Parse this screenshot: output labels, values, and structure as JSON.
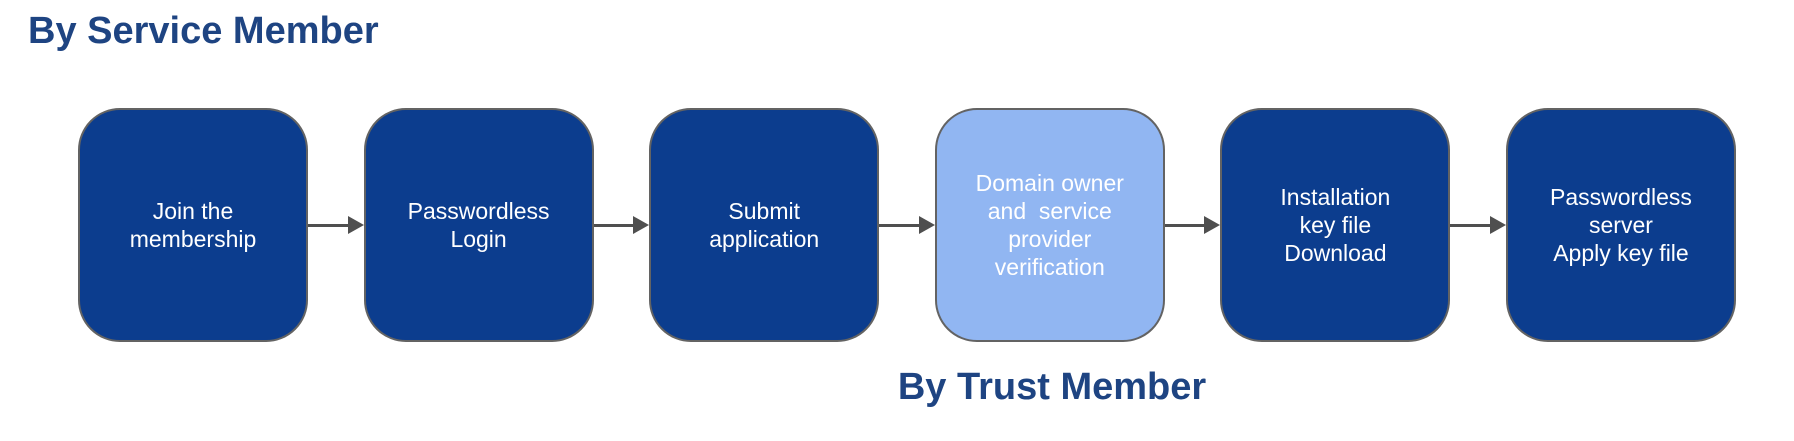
{
  "titles": {
    "top": "By Service Member",
    "bottom": "By Trust Member"
  },
  "colors": {
    "dark_box_fill": "#0c3d8e",
    "light_box_fill": "#91b6f2",
    "box_border": "#636363",
    "arrow": "#4f4f4f",
    "title_text": "#1e4482",
    "box_text": "#ffffff",
    "background": "#ffffff"
  },
  "flow": {
    "connector_icon": "arrow-right-icon",
    "steps": [
      {
        "id": "join-membership",
        "label": "Join the\nmembership",
        "variant": "dark",
        "actor": "service-member"
      },
      {
        "id": "passwordless-login",
        "label": "Passwordless\nLogin",
        "variant": "dark",
        "actor": "service-member"
      },
      {
        "id": "submit-application",
        "label": "Submit\napplication",
        "variant": "dark",
        "actor": "service-member"
      },
      {
        "id": "domain-owner-verification",
        "label": "Domain owner\nand  service\nprovider\nverification",
        "variant": "light",
        "actor": "trust-member"
      },
      {
        "id": "installation-key-file-download",
        "label": "Installation\nkey file\nDownload",
        "variant": "dark",
        "actor": "service-member"
      },
      {
        "id": "passwordless-server-apply-key-file",
        "label": "Passwordless\nserver\nApply key file",
        "variant": "dark",
        "actor": "service-member"
      }
    ]
  }
}
